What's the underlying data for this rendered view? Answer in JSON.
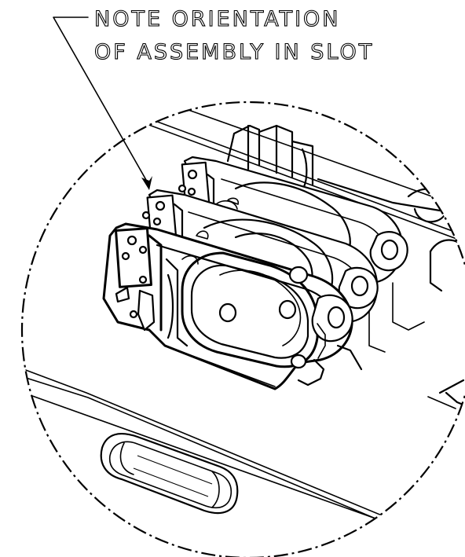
{
  "callout": {
    "line1": "NOTE ORIENTATION",
    "line2": "OF ASSEMBLY IN SLOT"
  },
  "detail": {
    "assemblies_in_slot": 3
  },
  "colors": {
    "ink": "#000000",
    "paper": "#ffffff"
  }
}
